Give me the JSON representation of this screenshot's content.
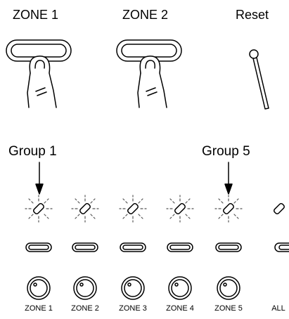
{
  "top_controls": {
    "zone1_label": "ZONE 1",
    "zone2_label": "ZONE 2",
    "reset_label": "Reset"
  },
  "groups": {
    "group1_label": "Group 1",
    "group5_label": "Group 5"
  },
  "zone_buttons": [
    "ZONE 1",
    "ZONE 2",
    "ZONE 3",
    "ZONE 4",
    "ZONE 5",
    "ALL"
  ]
}
